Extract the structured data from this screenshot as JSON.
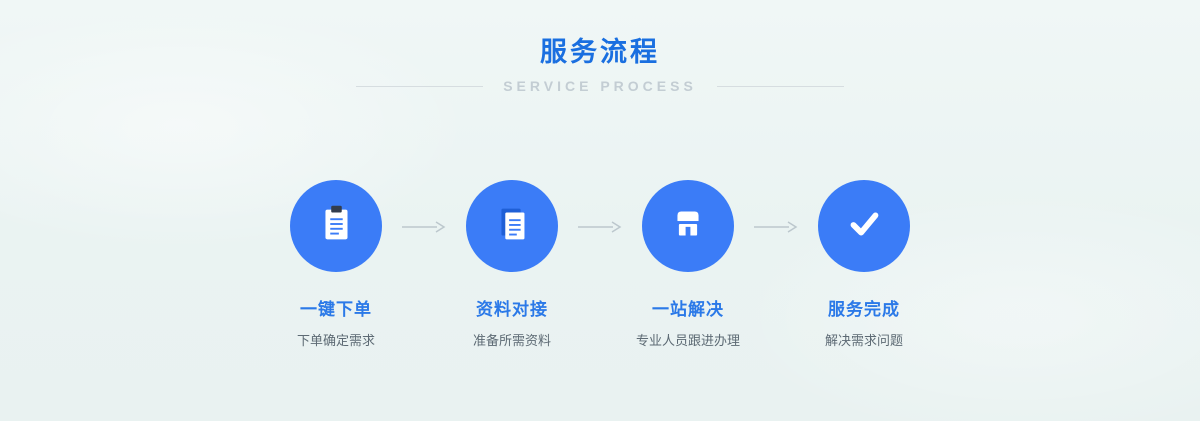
{
  "header": {
    "title": "服务流程",
    "subtitle": "SERVICE  PROCESS"
  },
  "steps": [
    {
      "title": "一键下单",
      "desc": "下单确定需求",
      "icon": "clipboard-icon"
    },
    {
      "title": "资料对接",
      "desc": "准备所需资料",
      "icon": "documents-icon"
    },
    {
      "title": "一站解决",
      "desc": "专业人员跟进办理",
      "icon": "storefront-icon"
    },
    {
      "title": "服务完成",
      "desc": "解决需求问题",
      "icon": "checkmark-icon"
    }
  ],
  "colors": {
    "accent_blue": "#3b7cf7",
    "title_blue": "#1a6fe0",
    "subtitle_gray": "#c3cdd3",
    "desc_gray": "#5d6a74",
    "arrow_gray": "#bcc7cd",
    "background": "#ecf4f3"
  }
}
